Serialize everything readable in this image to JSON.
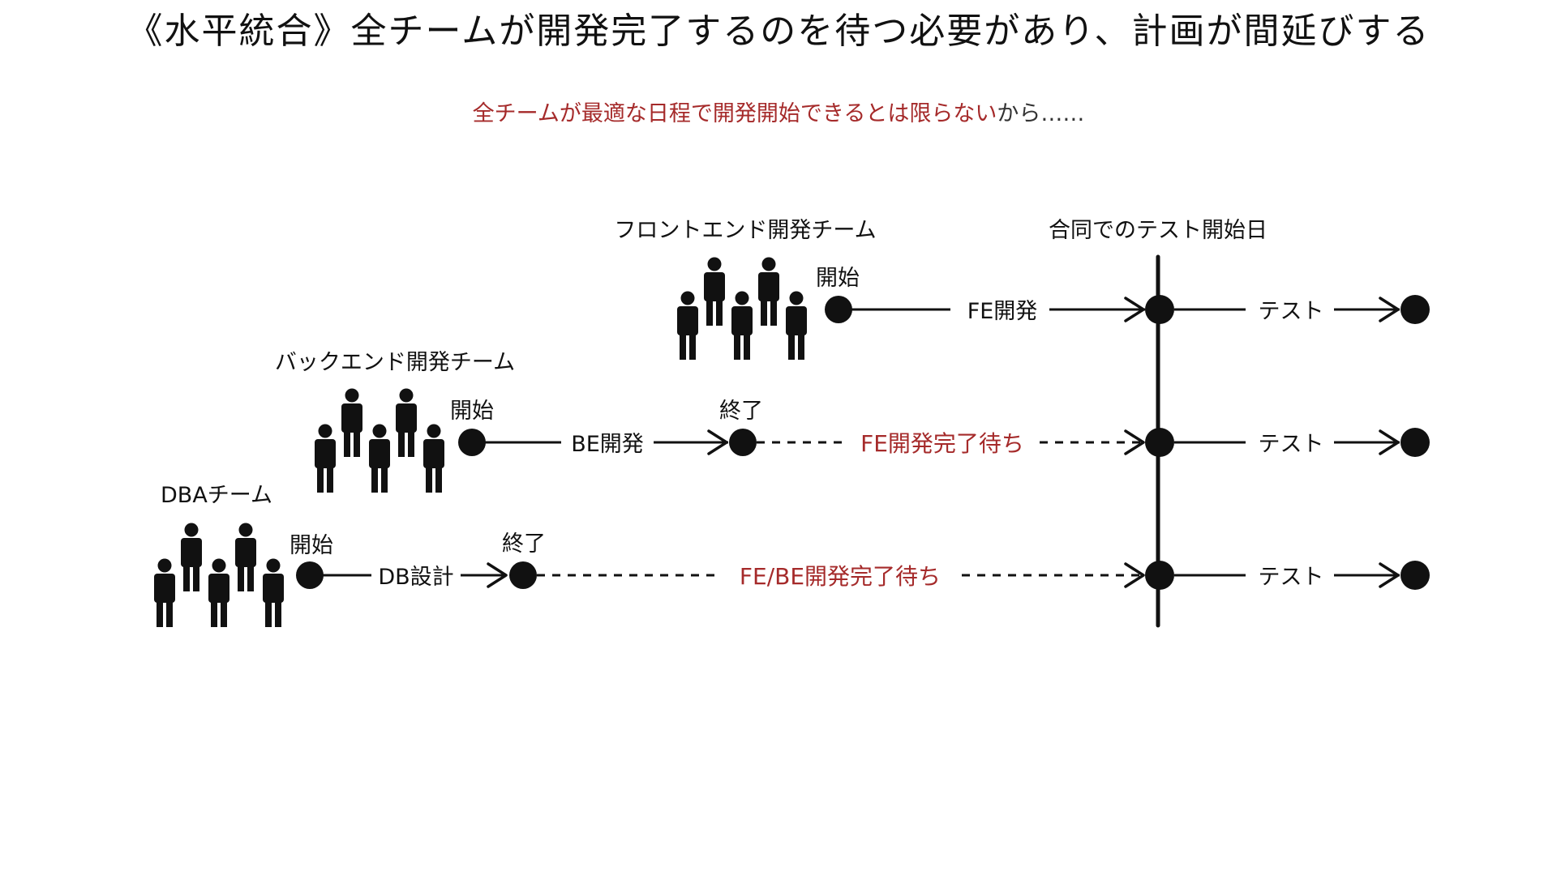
{
  "slide": {
    "title": "《水平統合》全チームが開発完了するのを待つ必要があり、計画が間延びする",
    "subtitle_red": "全チームが最適な日程で開発開始できるとは限らない",
    "subtitle_dark": "から……"
  },
  "colors": {
    "ink": "#111111",
    "accent_red": "#a52a2a"
  },
  "diagram": {
    "sync_label": "合同でのテスト開始日",
    "teams": [
      {
        "id": "fe",
        "name": "フロントエンド開発チーム",
        "start_label": "開始",
        "phase_label": "FE開発",
        "test_label": "テスト"
      },
      {
        "id": "be",
        "name": "バックエンド開発チーム",
        "start_label": "開始",
        "phase_label": "BE開発",
        "end_label": "終了",
        "wait_label": "FE開発完了待ち",
        "test_label": "テスト"
      },
      {
        "id": "dba",
        "name": "DBAチーム",
        "start_label": "開始",
        "phase_label": "DB設計",
        "end_label": "終了",
        "wait_label": "FE/BE開発完了待ち",
        "test_label": "テスト"
      }
    ]
  }
}
